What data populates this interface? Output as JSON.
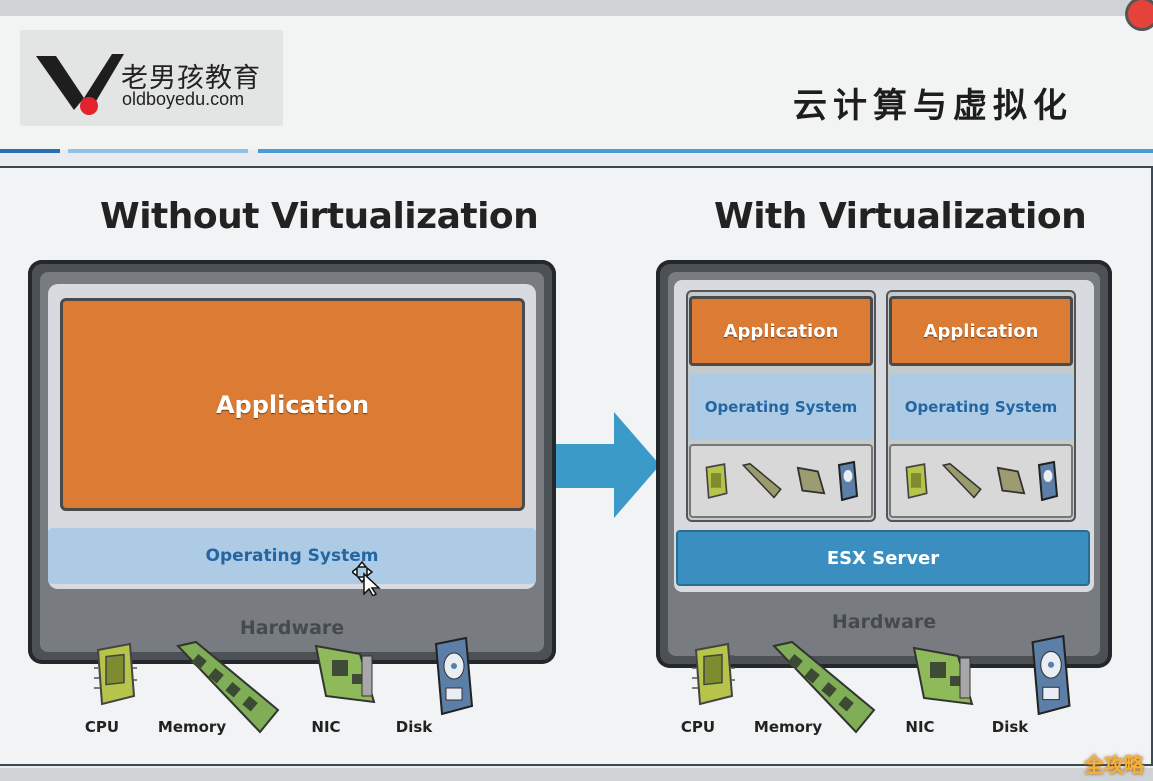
{
  "header": {
    "logo_cn": "老男孩教育",
    "logo_en": "oldboyedu.com",
    "slide_title": "云计算与虚拟化"
  },
  "without": {
    "title": "Without Virtualization",
    "application": "Application",
    "os": "Operating System",
    "hardware": "Hardware",
    "devices": [
      "CPU",
      "Memory",
      "NIC",
      "Disk"
    ]
  },
  "with": {
    "title": "With Virtualization",
    "vm1": {
      "application": "Application",
      "os": "Operating System"
    },
    "vm2": {
      "application": "Application",
      "os": "Operating System"
    },
    "esx": "ESX Server",
    "hardware": "Hardware",
    "devices": [
      "CPU",
      "Memory",
      "NIC",
      "Disk"
    ]
  },
  "watermark": "全攻略",
  "colors": {
    "application": "#dc7b33",
    "os": "#aecbe6",
    "esx": "#3a8fc0",
    "arrow": "#3c9ac8",
    "frame": "#4c5156",
    "logo_red": "#e2232b"
  },
  "icons": [
    "cpu-chip-icon",
    "memory-module-icon",
    "nic-card-icon",
    "disk-drive-icon",
    "arrow-right-icon",
    "move-cursor-icon"
  ]
}
